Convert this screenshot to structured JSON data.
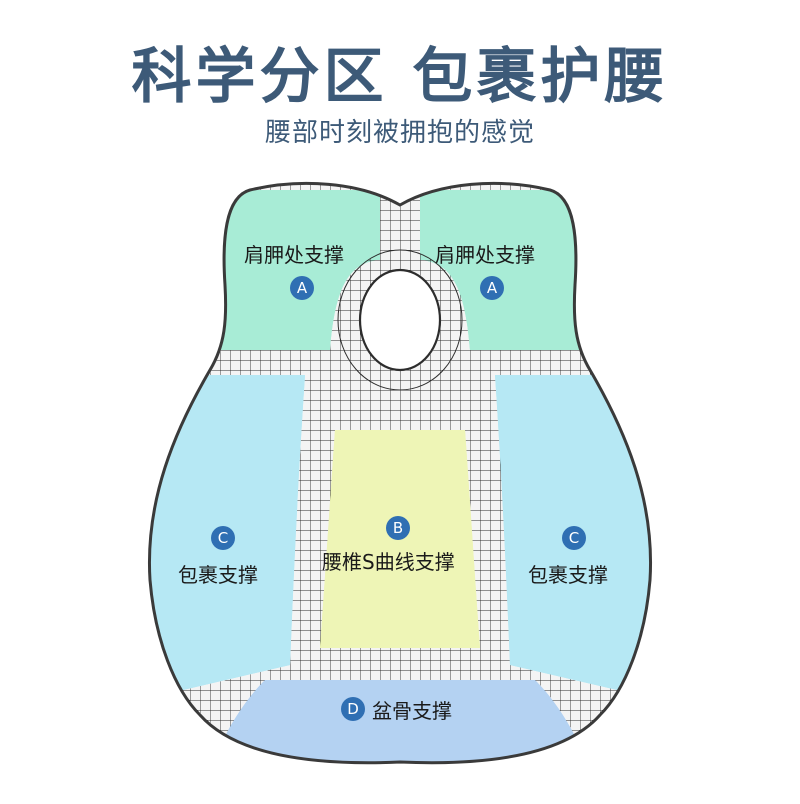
{
  "header": {
    "title": "科学分区 包裹护腰",
    "subtitle": "腰部时刻被拥抱的感觉"
  },
  "zones": {
    "a_left": {
      "badge": "A",
      "label": "肩胛处支撑"
    },
    "a_right": {
      "badge": "A",
      "label": "肩胛处支撑"
    },
    "b": {
      "badge": "B",
      "label": "腰椎S曲线支撑"
    },
    "c_left": {
      "badge": "C",
      "label": "包裹支撑"
    },
    "c_right": {
      "badge": "C",
      "label": "包裹支撑"
    },
    "d": {
      "badge": "D",
      "label": "盆骨支撑"
    }
  },
  "colors": {
    "title": "#3d5a78",
    "subtitle": "#3d5a78",
    "badge": "#2f6fb3",
    "zone_a": "#a8ecd6",
    "zone_b": "#eef5b6",
    "zone_c": "#b6e8f4",
    "zone_d": "#b4d2f2",
    "outline": "#3a3a3a",
    "mesh": "#6a6a6a"
  }
}
